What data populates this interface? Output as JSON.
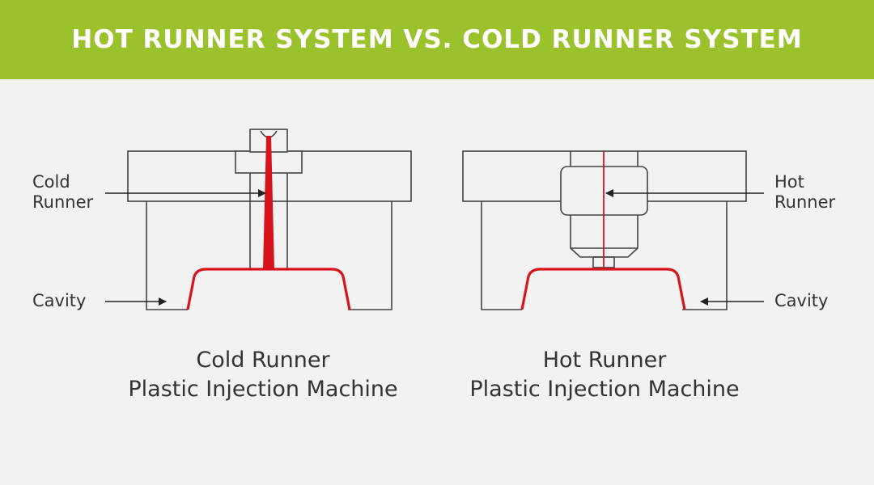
{
  "header": {
    "title": "HOT RUNNER SYSTEM VS. COLD RUNNER SYSTEM"
  },
  "cold": {
    "runner_label_line1": "Cold",
    "runner_label_line2": "Runner",
    "cavity_label": "Cavity",
    "caption_line1": "Cold Runner",
    "caption_line2": "Plastic Injection Machine"
  },
  "hot": {
    "runner_label_line1": "Hot",
    "runner_label_line2": "Runner",
    "cavity_label": "Cavity",
    "caption_line1": "Hot Runner",
    "caption_line2": "Plastic Injection Machine"
  },
  "colors": {
    "banner": "#9bc12d",
    "outline": "#444444",
    "plastic": "#d7141c",
    "text": "#333333"
  }
}
